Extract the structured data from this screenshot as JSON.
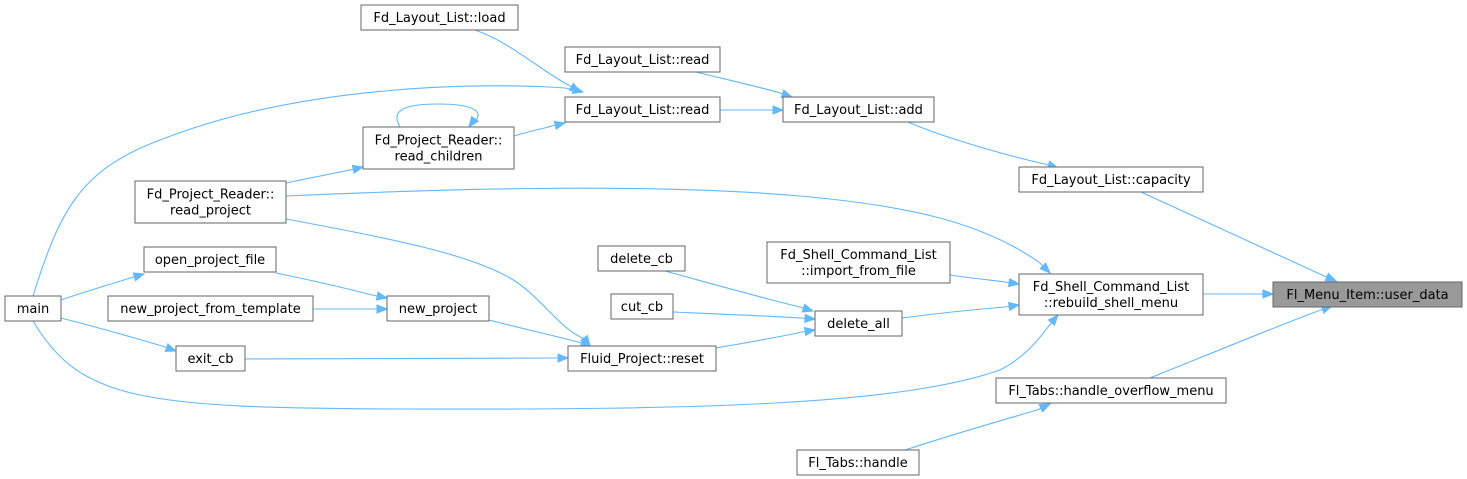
{
  "diagram": {
    "root": "user_data",
    "nodes": [
      {
        "id": "user_data",
        "lines": [
          "Fl_Menu_Item::user_data"
        ],
        "root": true
      },
      {
        "id": "capacity",
        "lines": [
          "Fd_Layout_List::capacity"
        ]
      },
      {
        "id": "rebuild",
        "lines": [
          "Fd_Shell_Command_List",
          "::rebuild_shell_menu"
        ]
      },
      {
        "id": "overflow",
        "lines": [
          "Fl_Tabs::handle_overflow_menu"
        ]
      },
      {
        "id": "add",
        "lines": [
          "Fd_Layout_List::add"
        ]
      },
      {
        "id": "import",
        "lines": [
          "Fd_Shell_Command_List",
          "::import_from_file"
        ]
      },
      {
        "id": "delete_all",
        "lines": [
          "delete_all"
        ]
      },
      {
        "id": "handle",
        "lines": [
          "Fl_Tabs::handle"
        ]
      },
      {
        "id": "load",
        "lines": [
          "Fd_Layout_List::load"
        ]
      },
      {
        "id": "read1",
        "lines": [
          "Fd_Layout_List::read"
        ]
      },
      {
        "id": "read2",
        "lines": [
          "Fd_Layout_List::read"
        ]
      },
      {
        "id": "delete_cb",
        "lines": [
          "delete_cb"
        ]
      },
      {
        "id": "cut_cb",
        "lines": [
          "cut_cb"
        ]
      },
      {
        "id": "reset",
        "lines": [
          "Fluid_Project::reset"
        ]
      },
      {
        "id": "read_children",
        "lines": [
          "Fd_Project_Reader::",
          "read_children"
        ]
      },
      {
        "id": "read_project",
        "lines": [
          "Fd_Project_Reader::",
          "read_project"
        ]
      },
      {
        "id": "open_project_file",
        "lines": [
          "open_project_file"
        ]
      },
      {
        "id": "new_project",
        "lines": [
          "new_project"
        ]
      },
      {
        "id": "new_from_template",
        "lines": [
          "new_project_from_template"
        ]
      },
      {
        "id": "exit_cb",
        "lines": [
          "exit_cb"
        ]
      },
      {
        "id": "main",
        "lines": [
          "main"
        ]
      }
    ],
    "edges": [
      {
        "from": "capacity",
        "to": "user_data"
      },
      {
        "from": "rebuild",
        "to": "user_data"
      },
      {
        "from": "overflow",
        "to": "user_data"
      },
      {
        "from": "add",
        "to": "capacity"
      },
      {
        "from": "read_project",
        "to": "rebuild"
      },
      {
        "from": "import",
        "to": "rebuild"
      },
      {
        "from": "delete_all",
        "to": "rebuild"
      },
      {
        "from": "main",
        "to": "rebuild"
      },
      {
        "from": "handle",
        "to": "overflow"
      },
      {
        "from": "read1",
        "to": "add"
      },
      {
        "from": "read2",
        "to": "add"
      },
      {
        "from": "delete_cb",
        "to": "delete_all"
      },
      {
        "from": "cut_cb",
        "to": "delete_all"
      },
      {
        "from": "reset",
        "to": "delete_all"
      },
      {
        "from": "load",
        "to": "read2"
      },
      {
        "from": "read_children",
        "to": "read2"
      },
      {
        "from": "main",
        "to": "read2"
      },
      {
        "from": "read_children",
        "to": "read_children"
      },
      {
        "from": "read_project",
        "to": "read_children"
      },
      {
        "from": "read_project",
        "to": "reset"
      },
      {
        "from": "new_project",
        "to": "reset"
      },
      {
        "from": "exit_cb",
        "to": "reset"
      },
      {
        "from": "open_project_file",
        "to": "new_project"
      },
      {
        "from": "new_from_template",
        "to": "new_project"
      },
      {
        "from": "main",
        "to": "open_project_file"
      },
      {
        "from": "main",
        "to": "exit_cb"
      }
    ]
  }
}
